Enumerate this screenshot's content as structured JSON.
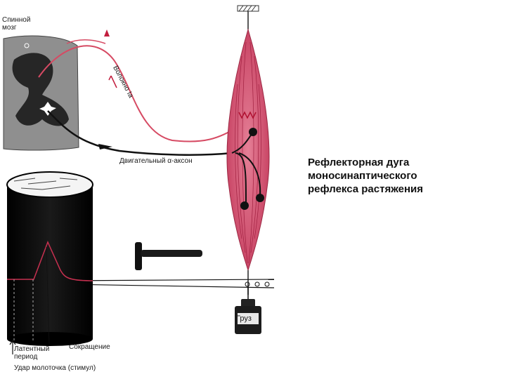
{
  "labels": {
    "spinal_cord": "Спинной мозг",
    "fiber": "Волокно Ia",
    "motor_axon": "Двигательный α-аксон",
    "latent_period": "Латентный период",
    "contraction": "Сокращение",
    "hammer_strike": "Удар молоточка (стимул)",
    "weight": "Груз"
  },
  "caption": {
    "line1": "Рефлекторная дуга",
    "line2": "моносинаптического",
    "line3": "рефлекса растяжения"
  },
  "colors": {
    "muscle": "#d9617a",
    "muscle_stripe": "#a02040",
    "sensory_fiber": "#d64a63",
    "motor_axon": "#111111",
    "spinal_cord": "#9a9a9a",
    "grey_matter": "#2a2a2a",
    "drum": "#0d0d0d"
  }
}
